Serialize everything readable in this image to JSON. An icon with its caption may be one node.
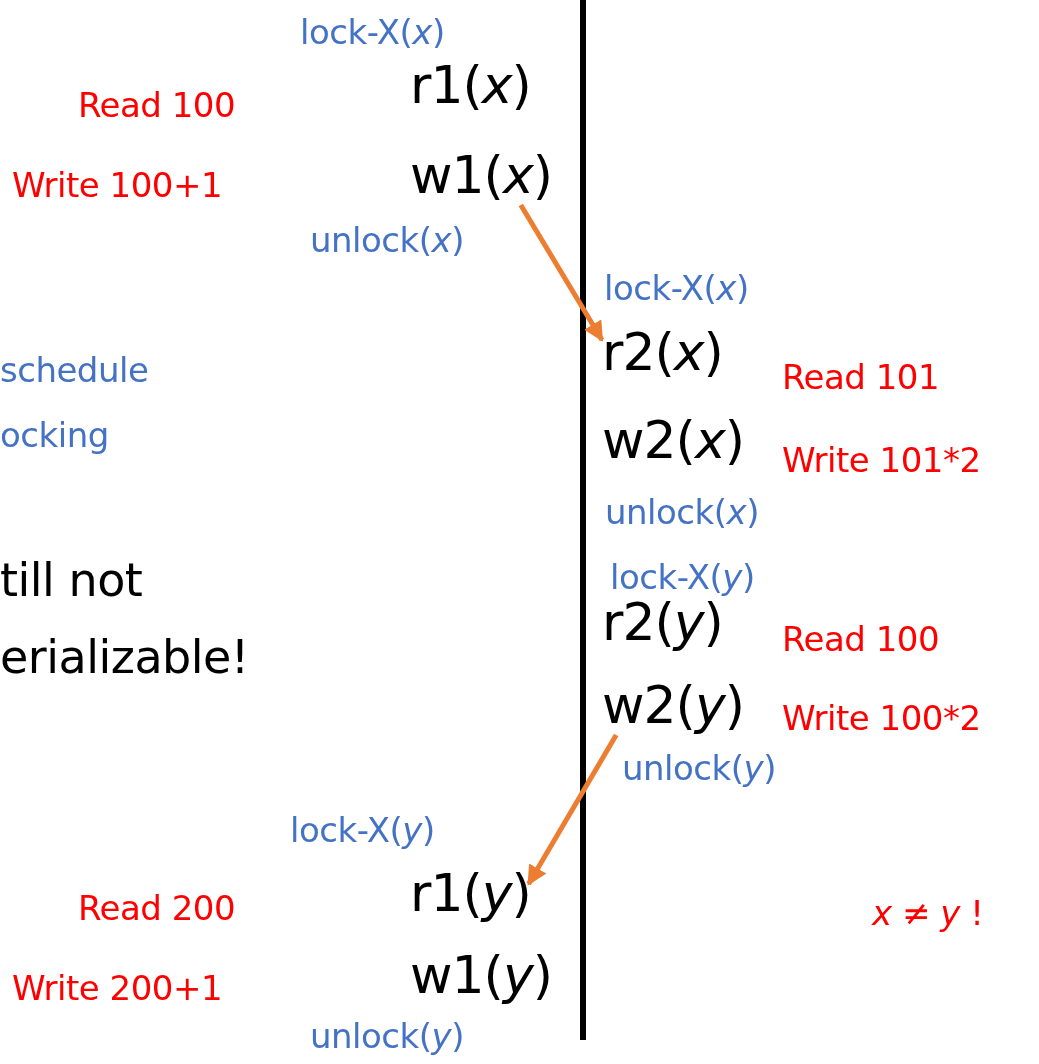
{
  "diagram": {
    "nodes": [
      {
        "text": [
          "r1(*x*)"
        ]
      },
      {
        "text": [
          "w1(*x*)"
        ]
      },
      {
        "text": [
          "r2(*x*)"
        ]
      },
      {
        "text": [
          "w2(*x*)"
        ]
      },
      {
        "text": [
          "r2(*y*)"
        ]
      },
      {
        "text": [
          "w2(*y*)"
        ]
      },
      {
        "text": [
          "r1(*y*)"
        ]
      },
      {
        "text": [
          "w1(*y*)"
        ]
      }
    ],
    "edges": [
      {
        "from": 1,
        "to": 2,
        "arrow": "to"
      },
      {
        "from": 5,
        "to": 6,
        "arrow": "to"
      }
    ],
    "labels": [
      "lock-X(*x*)",
      "Read 100",
      "Write 100+1",
      "unlock(*x*)",
      "lock-X(*x*)",
      "schedule",
      "Read 101",
      "ocking",
      "Write 101*2",
      "unlock(*x*)",
      "lock-X(*y*)",
      "till not",
      "Read 100",
      "erializable!",
      "Write 100*2",
      "unlock(*y*)",
      "lock-X(*y*)",
      "Read 200",
      "*x* ≠ *y* !",
      "Write 200+1",
      "unlock(*y*)"
    ]
  }
}
